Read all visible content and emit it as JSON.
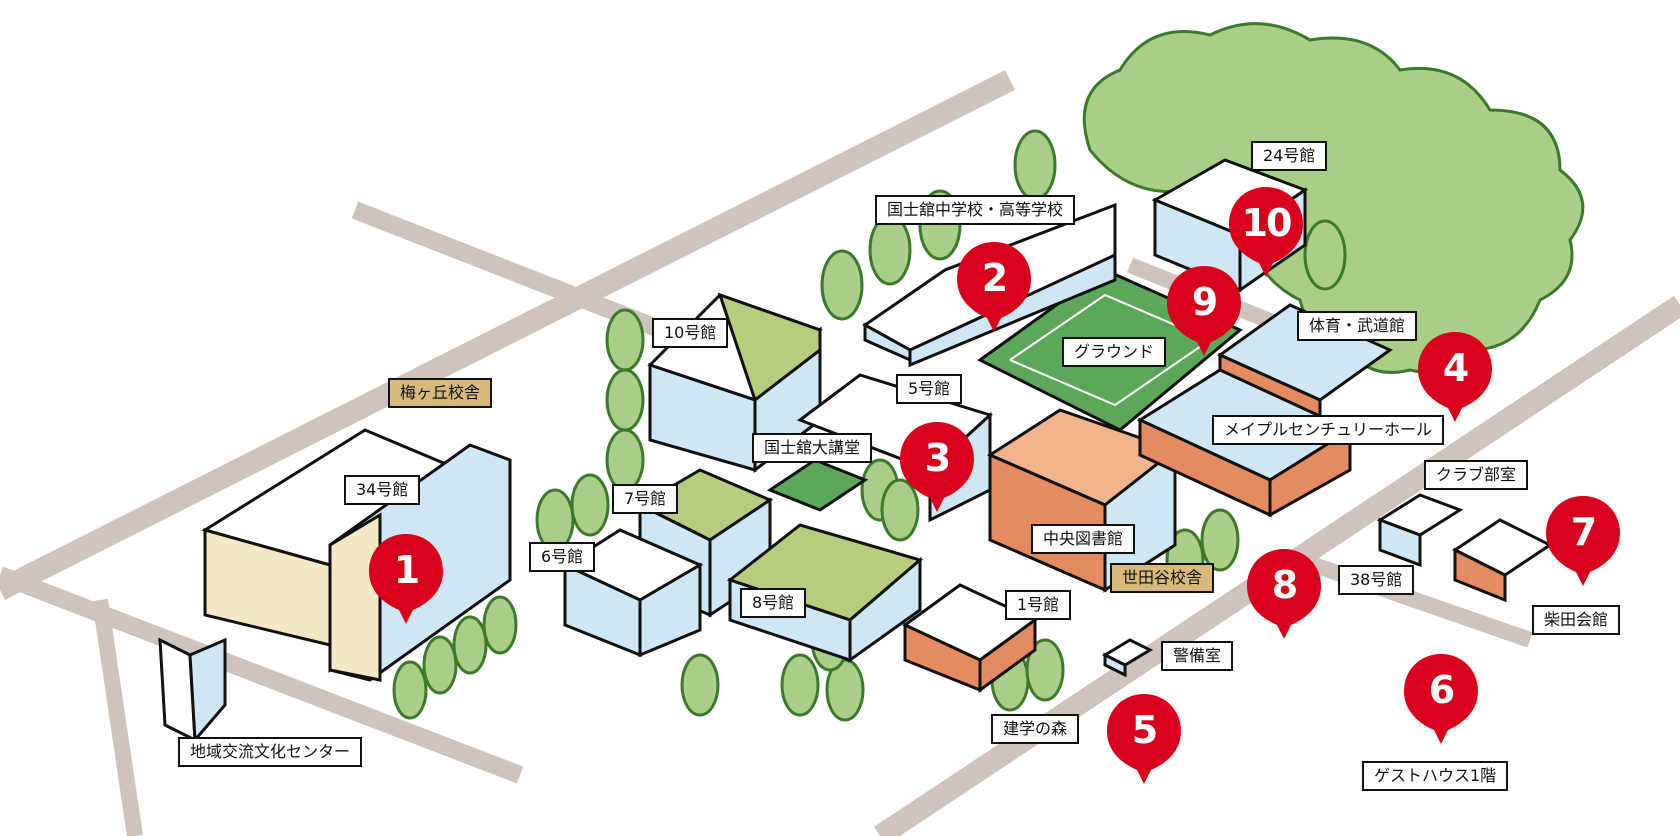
{
  "campus_labels": {
    "umegaoka": "梅ヶ丘校舎",
    "setagaya": "世田谷校舎"
  },
  "buildings": {
    "b34": "34号館",
    "community_center": "地域交流文化センター",
    "b10": "10号館",
    "b7": "7号館",
    "b6": "6号館",
    "b8": "8号館",
    "b5": "5号館",
    "auditorium": "国士舘大講堂",
    "b1": "1号館",
    "library": "中央図書館",
    "guard": "警備室",
    "forest": "建学の森",
    "junior_high": "国士舘中学校・高等学校",
    "ground": "グラウンド",
    "b24": "24号館",
    "gym": "体育・武道館",
    "maple_hall": "メイプルセンチュリーホール",
    "club": "クラブ部室",
    "b38": "38号館",
    "shibata": "柴田会館",
    "guesthouse": "ゲストハウス1階"
  },
  "markers": [
    "1",
    "2",
    "3",
    "4",
    "5",
    "6",
    "7",
    "8",
    "9",
    "10"
  ],
  "colors": {
    "marker": "#d9001b",
    "road": "#cfc4bd",
    "tree": "#a9cf86",
    "ground": "#5aa858",
    "building_blue": "#cfe6f5",
    "brick": "#e48a5f",
    "cream": "#f6e8c4",
    "campus_label": "#d8b97a"
  }
}
